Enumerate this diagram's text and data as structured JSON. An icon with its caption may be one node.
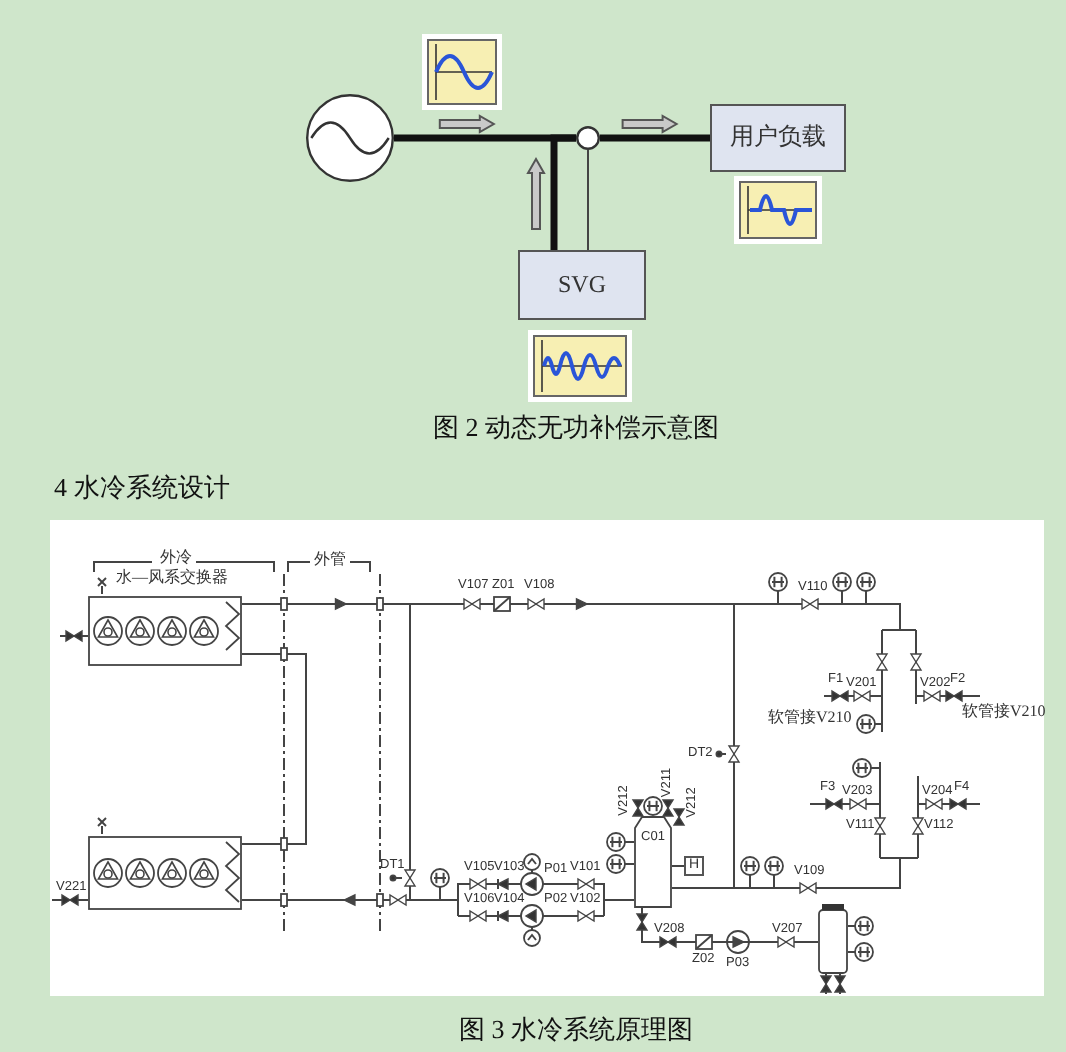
{
  "diagram": {
    "nodes": [
      {
        "text": [],
        "shape": "circle"
      },
      {
        "text": [],
        "shape": "circle"
      },
      {
        "text": [
          "用户负载"
        ]
      },
      {
        "text": [
          "SVG"
        ]
      },
      {
        "text": [],
        "shape": "box",
        "beside": [
          "水—风系交换器"
        ]
      },
      {
        "text": [
          "C01"
        ]
      },
      {
        "text": [
          "H"
        ]
      },
      {
        "text": [],
        "shape": "box"
      },
      {
        "text": [],
        "shape": "cylinder"
      }
    ],
    "edges": [
      {
        "from": 0,
        "to": 1,
        "arrow": "none",
        "style": "thick"
      },
      {
        "from": 1,
        "to": 2,
        "arrow": "none",
        "style": "thick"
      },
      {
        "from": 3,
        "to": 1,
        "arrow": "none",
        "style": "thick"
      },
      {
        "from": 1,
        "to": 3,
        "arrow": "none"
      },
      {
        "from": 4,
        "to": 7,
        "arrow": "none"
      },
      {
        "from": 4,
        "to": 5,
        "arrow": "to"
      },
      {
        "from": 5,
        "to": 6,
        "arrow": "none"
      },
      {
        "from": 5,
        "to": 7,
        "arrow": "to"
      },
      {
        "from": 5,
        "to": 8,
        "arrow": "to"
      }
    ],
    "labels": [
      "图 2 动态无功补偿示意图",
      "4 水冷系统设计",
      "外冷",
      "外管",
      "V107",
      "Z01",
      "V108",
      "V110",
      "F1",
      "V201",
      "V202",
      "F2",
      "软管接V210",
      "软管接V210",
      "DT2",
      "V212",
      "V211",
      "V212",
      "F3",
      "V203",
      "V204",
      "F4",
      "V111",
      "V112",
      "DT1",
      "V105",
      "V103",
      "P01",
      "V101",
      "V109",
      "V221",
      "V106",
      "V104",
      "P02",
      "V102",
      "V208",
      "V207",
      "Z02",
      "P03",
      "图 3 水冷系统原理图"
    ]
  }
}
